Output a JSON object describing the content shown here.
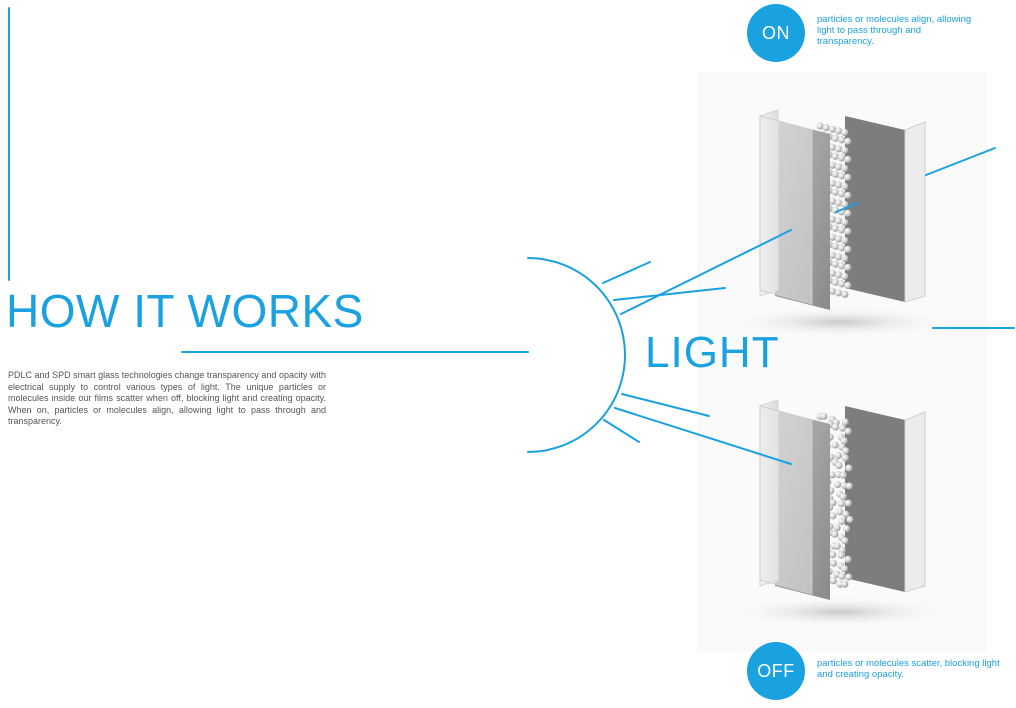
{
  "accent_color": "#1aa1e0",
  "heading": "HOW IT WORKS",
  "light_label": "LIGHT",
  "description": "PDLC and SPD smart glass technologies change transparency and opacity with electrical supply to control various types of light. The unique particles or molecules inside our films scatter when off, blocking light and creating opacity. When on, particles or molecules align, allowing light to pass through and transparency.",
  "on_state": {
    "badge": "ON",
    "note": "particles or molecules align, allowing light to pass through and transparency."
  },
  "off_state": {
    "badge": "OFF",
    "note": "particles or molecules scatter, blocking light and creating opacity."
  }
}
